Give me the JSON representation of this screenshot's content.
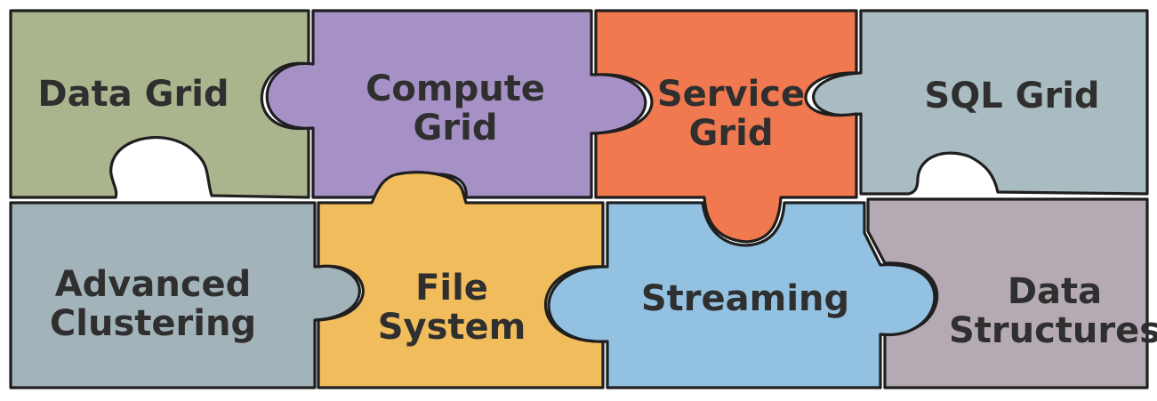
{
  "pieces": {
    "data_grid": {
      "lines": [
        "Data Grid"
      ],
      "color": "#aab58e"
    },
    "compute_grid": {
      "lines": [
        "Compute",
        "Grid"
      ],
      "color": "#a691c6"
    },
    "service_grid": {
      "lines": [
        "Service",
        "Grid"
      ],
      "color": "#f0794f"
    },
    "sql_grid": {
      "lines": [
        "SQL Grid"
      ],
      "color": "#a9bcc1"
    },
    "advanced_clustering": {
      "lines": [
        "Advanced",
        "Clustering"
      ],
      "color": "#a3b3ba"
    },
    "file_system": {
      "lines": [
        "File",
        "System"
      ],
      "color": "#f1bc5c"
    },
    "streaming": {
      "lines": [
        "Streaming"
      ],
      "color": "#93c1e1"
    },
    "data_structures": {
      "lines": [
        "Data",
        "Structures"
      ],
      "color": "#b5aab4"
    }
  }
}
